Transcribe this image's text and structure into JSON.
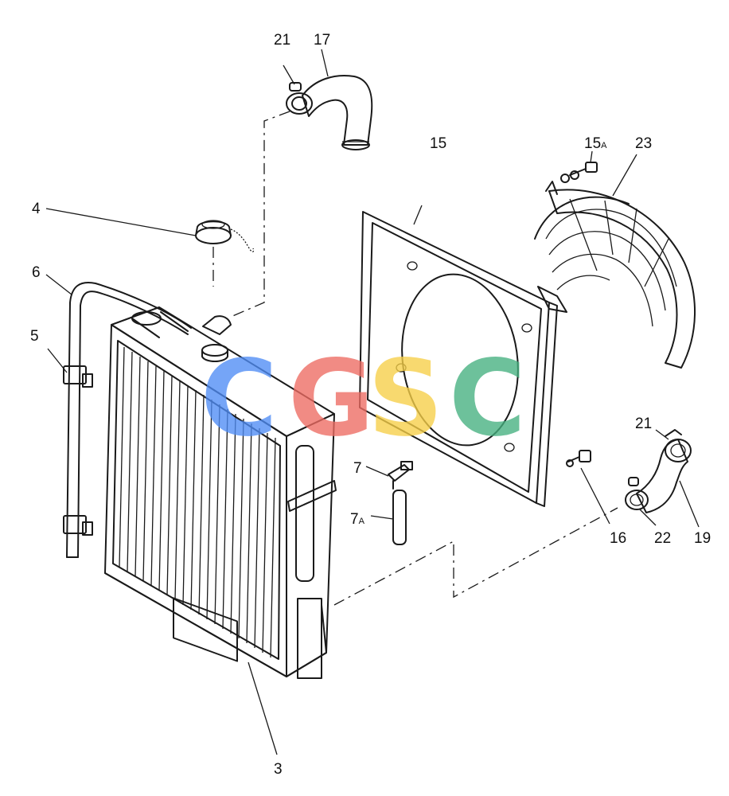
{
  "callouts": {
    "c21_top": "21",
    "c17": "17",
    "c15": "15",
    "c15a_num": "15",
    "c15a_suffix": "A",
    "c23": "23",
    "c4": "4",
    "c6": "6",
    "c5": "5",
    "c7": "7",
    "c7a_num": "7",
    "c7a_suffix": "A",
    "c21_right": "21",
    "c16": "16",
    "c22": "22",
    "c19": "19",
    "c3": "3"
  },
  "watermark": {
    "letters": [
      "C",
      "G",
      "S",
      "C"
    ],
    "colors": [
      "#4f8df5",
      "#ee6b62",
      "#f7cf47",
      "#45b07f"
    ]
  }
}
